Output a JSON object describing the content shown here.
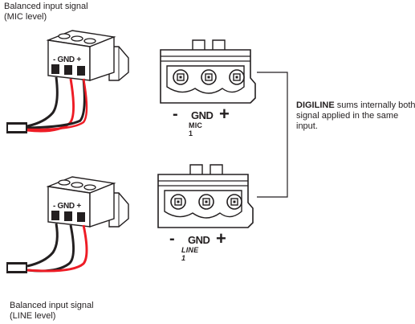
{
  "captions": {
    "top_line1": "Balanced input signal",
    "top_line2": "(MIC level)",
    "bottom_line1": "Balanced input signal",
    "bottom_line2": "(LINE level)"
  },
  "note": {
    "brand": "DIGILINE",
    "text": " sums internally both signal applied in the same input."
  },
  "sockets": [
    {
      "minus": "-",
      "gnd": "GND",
      "plus": "+",
      "name": "MIC 1"
    },
    {
      "minus": "-",
      "gnd": "GND",
      "plus": "+",
      "name": "LINE 1"
    }
  ],
  "plug_labels": {
    "minus": "-",
    "gnd": "GND",
    "plus": "+"
  },
  "colors": {
    "line": "#231f20",
    "wire_red": "#ee1c25",
    "wire_black": "#231f20",
    "body": "#ffffff"
  }
}
